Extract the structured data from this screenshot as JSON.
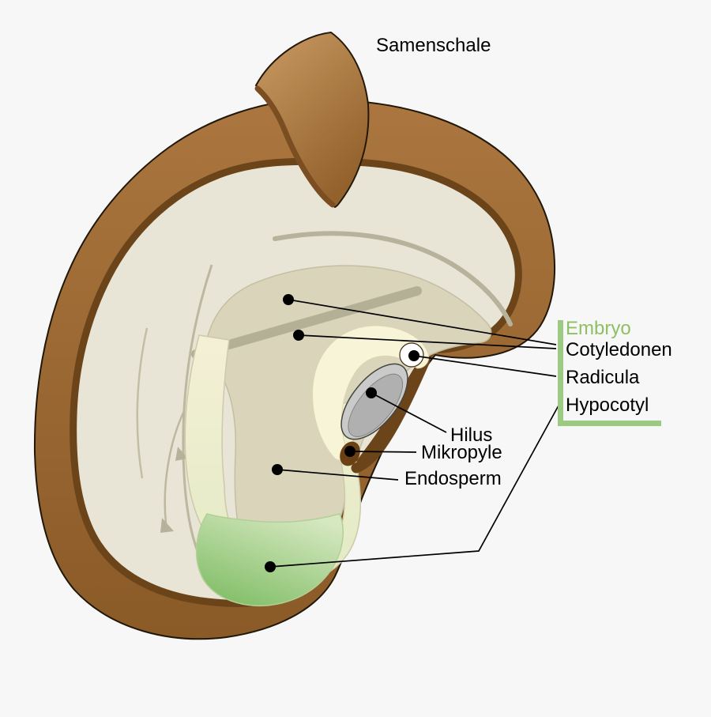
{
  "figure": {
    "background": "#f7f7f7",
    "labels": {
      "samenschale": "Samenschale",
      "hilus": "Hilus",
      "mikropyle": "Mikropyle",
      "endosperm": "Endosperm"
    },
    "embryo_group": {
      "title": "Embryo",
      "items": [
        {
          "label": "Cotyledonen"
        },
        {
          "label": "Radicula"
        },
        {
          "label": "Hypocotyl"
        }
      ]
    },
    "colors": {
      "seed_coat_brown": "#91602c",
      "seed_coat_dark_band": "#6b4419",
      "seed_interior_cream": "#e9e5d6",
      "cotyledon_beige": "#d9d4ba",
      "embryo_axis_pale": "#f3efd5",
      "hypocotyl_green": "#7fbd65",
      "radicula_gray": "#b0b0b0",
      "hilum_crescent_yellow": "#f8f4d8",
      "bracket_green": "#9cca83",
      "embryo_label_green": "#8fbf63",
      "leader_line_black": "#000000",
      "background": "#f7f7f7"
    }
  }
}
